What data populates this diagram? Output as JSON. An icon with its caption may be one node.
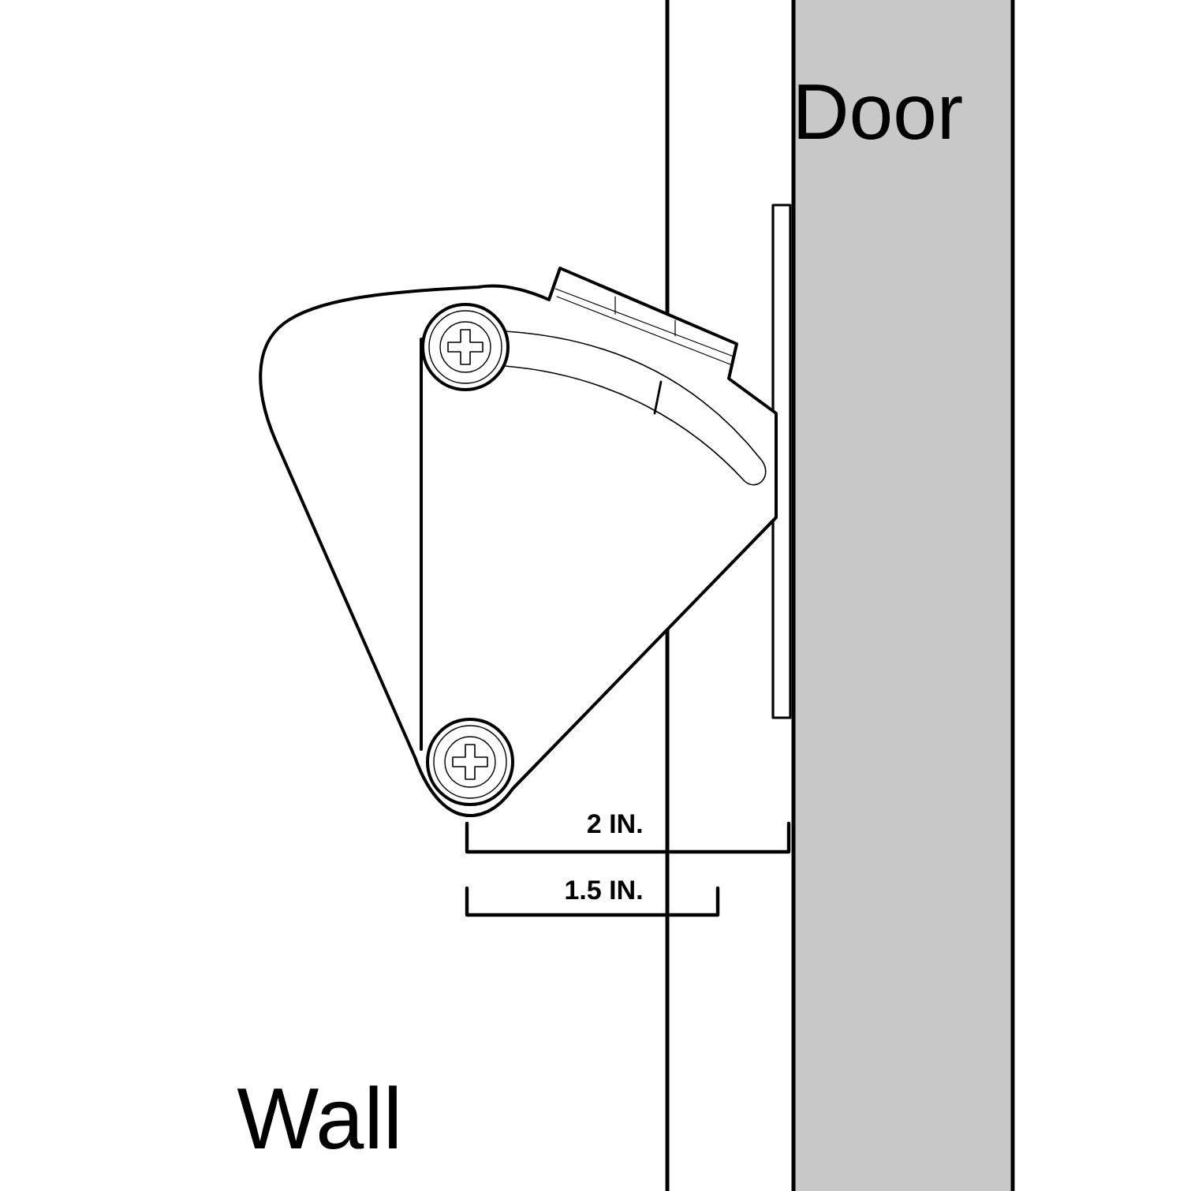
{
  "diagram": {
    "labels": [
      "Door",
      "2 IN.",
      "1.5 IN.",
      "Wall"
    ]
  }
}
